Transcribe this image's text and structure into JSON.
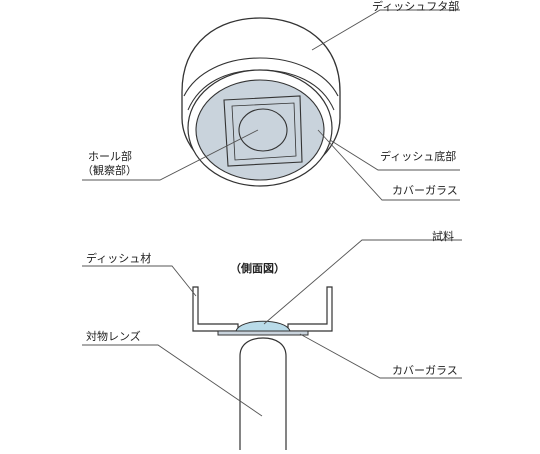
{
  "labels": {
    "dish_lid": "ディッシュフタ部",
    "hole_line1": "ホール部",
    "hole_line2": "（観察部）",
    "dish_bottom": "ディッシュ底部",
    "cover_glass_top": "カバーガラス",
    "sample": "試料",
    "dish_material": "ディッシュ材",
    "side_view": "（側面図）",
    "objective_lens": "対物レンズ",
    "cover_glass_side": "カバーガラス"
  },
  "colors": {
    "outline": "#333333",
    "leader": "#555555",
    "glass_fill": "#c9d3dc",
    "sample_fill": "#b9dbe9",
    "dish_fill": "#ffffff"
  }
}
